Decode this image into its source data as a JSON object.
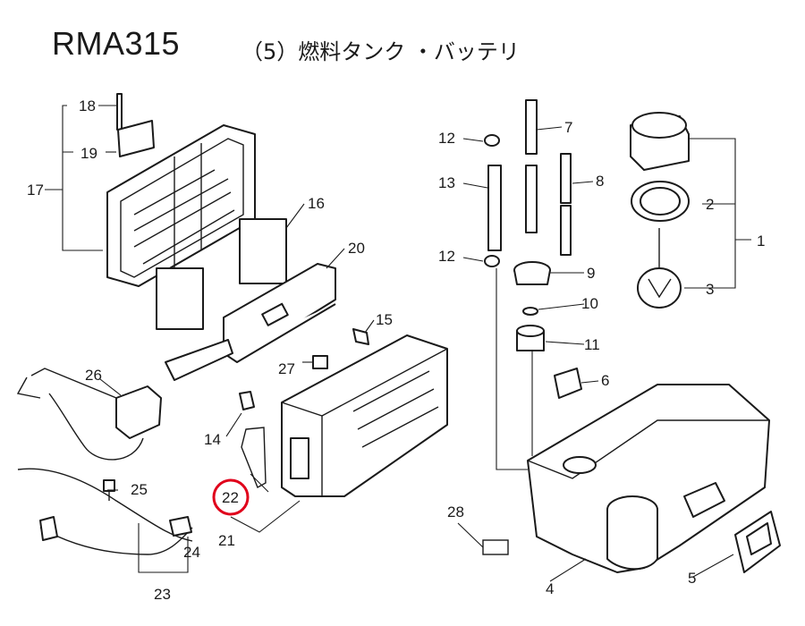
{
  "header": {
    "model": "RMA315",
    "section": "（5）燃料タンク ・バッテリ"
  },
  "callouts": {
    "c1": "1",
    "c2": "2",
    "c3": "3",
    "c4": "4",
    "c5": "5",
    "c6": "6",
    "c7": "7",
    "c8": "8",
    "c9": "9",
    "c10": "10",
    "c11": "11",
    "c12a": "12",
    "c12b": "12",
    "c13": "13",
    "c14": "14",
    "c15": "15",
    "c16": "16",
    "c17": "17",
    "c18": "18",
    "c19": "19",
    "c20": "20",
    "c21": "21",
    "c22": "22",
    "c23": "23",
    "c24": "24",
    "c25": "25",
    "c26": "26",
    "c27": "27",
    "c28": "28"
  },
  "highlighted_callout": "22",
  "colors": {
    "highlight": "#e0001b",
    "line": "#1a1a1a"
  }
}
